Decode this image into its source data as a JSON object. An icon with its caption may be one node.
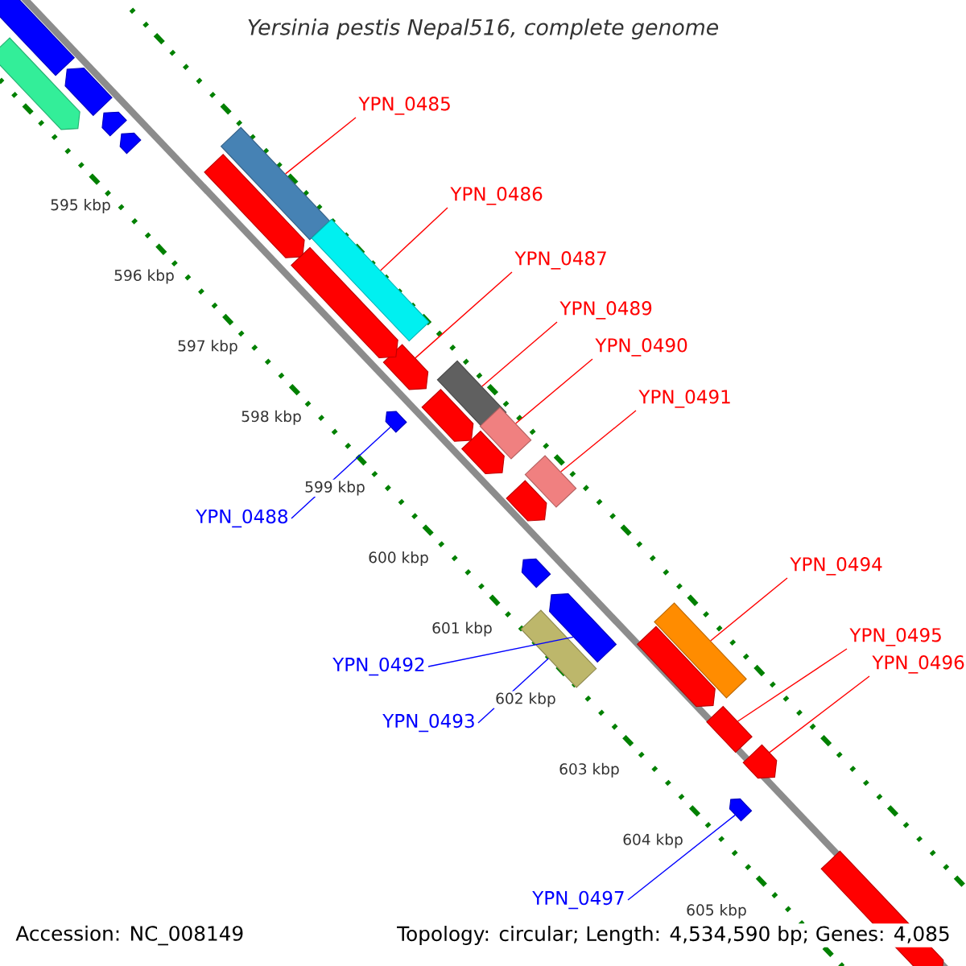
{
  "diagram": {
    "title": "Yersinia pestis Nepal516, complete genome",
    "nodes": [
      {
        "text": [
          "YPN_0485"
        ]
      },
      {
        "text": [],
        "shape": "box"
      },
      {
        "text": [
          "YPN_0486"
        ]
      },
      {
        "text": [],
        "shape": "box"
      },
      {
        "text": [
          "YPN_0487"
        ]
      },
      {
        "text": [],
        "shape": "pentagon"
      },
      {
        "text": [
          "YPN_0489"
        ]
      },
      {
        "text": [],
        "shape": "box"
      },
      {
        "text": [
          "YPN_0490"
        ]
      },
      {
        "text": [],
        "shape": "box"
      },
      {
        "text": [
          "YPN_0491"
        ]
      },
      {
        "text": [],
        "shape": "box"
      },
      {
        "text": [
          "YPN_0488"
        ]
      },
      {
        "text": [],
        "shape": "pentagon"
      },
      {
        "text": [
          "YPN_0494"
        ]
      },
      {
        "text": [],
        "shape": "box"
      },
      {
        "text": [
          "YPN_0492"
        ]
      },
      {
        "text": [],
        "shape": "pentagon"
      },
      {
        "text": [
          "YPN_0495"
        ]
      },
      {
        "text": [],
        "shape": "box"
      },
      {
        "text": [
          "YPN_0496"
        ]
      },
      {
        "text": [],
        "shape": "pentagon"
      },
      {
        "text": [
          "YPN_0493"
        ]
      },
      {
        "text": [],
        "shape": "box"
      },
      {
        "text": [
          "YPN_0497"
        ]
      },
      {
        "text": [],
        "shape": "pentagon"
      },
      {
        "text": [],
        "shape": "pentagon"
      },
      {
        "text": [],
        "shape": "pentagon"
      },
      {
        "text": [],
        "shape": "pentagon"
      },
      {
        "text": [],
        "shape": "pentagon"
      },
      {
        "text": [],
        "shape": "pentagon"
      },
      {
        "text": [],
        "shape": "pentagon"
      },
      {
        "text": [],
        "shape": "pentagon"
      },
      {
        "text": [],
        "shape": "pentagon"
      },
      {
        "text": [],
        "shape": "pentagon"
      },
      {
        "text": [],
        "shape": "pentagon"
      },
      {
        "text": [],
        "shape": "pentagon"
      },
      {
        "text": [],
        "shape": "pentagon"
      },
      {
        "text": [],
        "shape": "pentagon"
      }
    ],
    "edges": [
      {
        "from": 0,
        "to": 1,
        "arrow": "none"
      },
      {
        "from": 2,
        "to": 3,
        "arrow": "none"
      },
      {
        "from": 4,
        "to": 5,
        "arrow": "none"
      },
      {
        "from": 6,
        "to": 7,
        "arrow": "none"
      },
      {
        "from": 8,
        "to": 9,
        "arrow": "none"
      },
      {
        "from": 10,
        "to": 11,
        "arrow": "none"
      },
      {
        "from": 12,
        "to": 13,
        "arrow": "none",
        "color": "#0000ff"
      },
      {
        "from": 14,
        "to": 15,
        "arrow": "none"
      },
      {
        "from": 16,
        "to": 17,
        "arrow": "none",
        "color": "#0000ff"
      },
      {
        "from": 18,
        "to": 19,
        "arrow": "none"
      },
      {
        "from": 20,
        "to": 21,
        "arrow": "none"
      },
      {
        "from": 22,
        "to": 23,
        "arrow": "none",
        "color": "#0000ff"
      },
      {
        "from": 24,
        "to": 25,
        "arrow": "none",
        "color": "#0000ff"
      }
    ],
    "labels": [
      "595 kbp",
      "596 kbp",
      "597 kbp",
      "598 kbp",
      "599 kbp",
      "600 kbp",
      "601 kbp",
      "602 kbp",
      "603 kbp",
      "604 kbp",
      "605 kbp",
      "Accession: NC_008149",
      "Topology: circular; Length: 4,534,590 bp; Genes: 4,085"
    ]
  }
}
